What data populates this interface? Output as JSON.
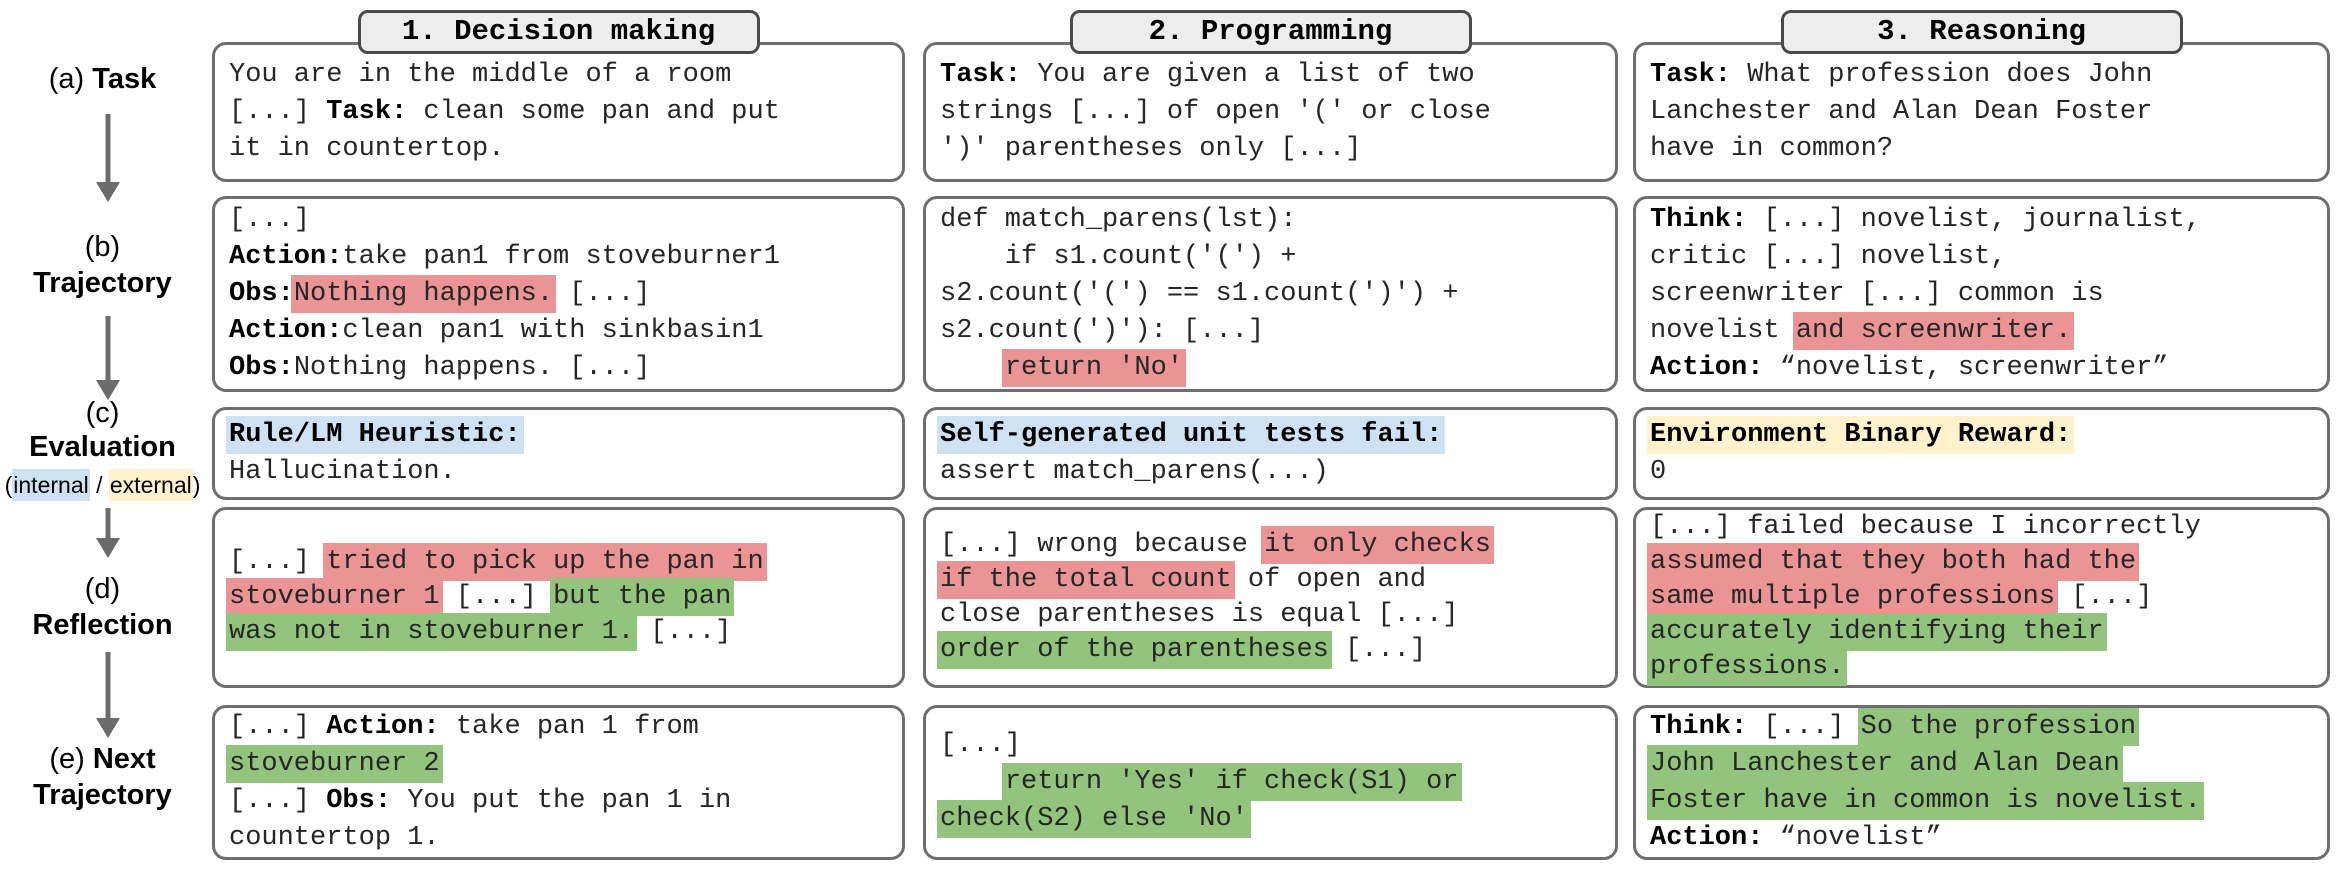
{
  "palette": {
    "highlight_red": "#ea9495",
    "highlight_green": "#93c47d",
    "highlight_blue": "#cfe2f3",
    "highlight_yellow": "#fff2cc",
    "box_border": "#6e6e6e",
    "tab_fill": "#ededed",
    "arrow_gray": "#6b6b6b"
  },
  "rail": {
    "a": {
      "prefix": "(a)",
      "label": "Task"
    },
    "b": {
      "prefix": "(b)",
      "label": "Trajectory"
    },
    "c": {
      "prefix": "(c)",
      "label": "Evaluation",
      "note_open": "(",
      "note_internal": "internal",
      "note_sep": " / ",
      "note_external": "external",
      "note_close": ")"
    },
    "d": {
      "prefix": "(d)",
      "label": "Reflection"
    },
    "e": {
      "prefix": "(e)",
      "label": "Next",
      "label2": "Trajectory"
    }
  },
  "columns": [
    {
      "tab": "1. Decision making",
      "task": [
        [
          {
            "t": "You are in the middle of a room"
          }
        ],
        [
          {
            "t": "[...] "
          },
          {
            "t": "Task:",
            "s": "bold"
          },
          {
            "t": " clean some pan and put"
          }
        ],
        [
          {
            "t": "it in countertop."
          }
        ]
      ],
      "trajectory": [
        [
          {
            "t": "[...]"
          }
        ],
        [
          {
            "t": "Action:",
            "s": "bold"
          },
          {
            "t": "take pan1 from stoveburner1"
          }
        ],
        [
          {
            "t": "Obs:",
            "s": "bold"
          },
          {
            "t": "Nothing happens.",
            "s": "hl-red"
          },
          {
            "t": " [...]"
          }
        ],
        [
          {
            "t": "Action:",
            "s": "bold"
          },
          {
            "t": "clean pan1 with sinkbasin1"
          }
        ],
        [
          {
            "t": "Obs:",
            "s": "bold"
          },
          {
            "t": "Nothing happens. [...]"
          }
        ]
      ],
      "evaluation": [
        [
          {
            "t": "Rule/LM Heuristic:",
            "s": "bold hl-blue"
          }
        ],
        [
          {
            "t": "Hallucination."
          }
        ]
      ],
      "reflection": [
        [
          {
            "t": "[...] "
          },
          {
            "t": "tried to pick up the pan in",
            "s": "hl-red"
          }
        ],
        [
          {
            "t": "stoveburner 1",
            "s": "hl-red"
          },
          {
            "t": " [...] "
          },
          {
            "t": "but the pan",
            "s": "hl-green"
          }
        ],
        [
          {
            "t": "was not in stoveburner 1.",
            "s": "hl-green"
          },
          {
            "t": " [...]"
          }
        ]
      ],
      "next": [
        [
          {
            "t": "[...] "
          },
          {
            "t": "Action:",
            "s": "bold"
          },
          {
            "t": " take pan 1 from"
          }
        ],
        [
          {
            "t": "stoveburner 2",
            "s": "hl-green"
          }
        ],
        [
          {
            "t": "[...] "
          },
          {
            "t": "Obs:",
            "s": "bold"
          },
          {
            "t": " You put the pan 1 in"
          }
        ],
        [
          {
            "t": "countertop 1."
          }
        ]
      ]
    },
    {
      "tab": "2. Programming",
      "task": [
        [
          {
            "t": "Task:",
            "s": "bold"
          },
          {
            "t": " You are given a list of two"
          }
        ],
        [
          {
            "t": "strings [...] of open '(' or close"
          }
        ],
        [
          {
            "t": "')' parentheses only [...]"
          }
        ]
      ],
      "trajectory": [
        [
          {
            "t": "def match_parens(lst):"
          }
        ],
        [
          {
            "t": "    if s1.count('(') +"
          }
        ],
        [
          {
            "t": "s2.count('(') == s1.count(')') +"
          }
        ],
        [
          {
            "t": "s2.count(')'): [...]"
          }
        ],
        [
          {
            "t": "    "
          },
          {
            "t": "return 'No'",
            "s": "hl-red"
          }
        ]
      ],
      "evaluation": [
        [
          {
            "t": "Self-generated unit tests fail:",
            "s": "bold hl-blue"
          }
        ],
        [
          {
            "t": "assert match_parens(...)"
          }
        ]
      ],
      "reflection": [
        [
          {
            "t": "[...] wrong because "
          },
          {
            "t": "it only checks",
            "s": "hl-red"
          }
        ],
        [
          {
            "t": "if the total count",
            "s": "hl-red"
          },
          {
            "t": " of open and"
          }
        ],
        [
          {
            "t": "close parentheses is equal [...]"
          }
        ],
        [
          {
            "t": "order of the parentheses",
            "s": "hl-green"
          },
          {
            "t": " [...]"
          }
        ]
      ],
      "next": [
        [
          {
            "t": "[...]"
          }
        ],
        [
          {
            "t": "    "
          },
          {
            "t": "return 'Yes' if check(S1) or",
            "s": "hl-green"
          }
        ],
        [
          {
            "t": "check(S2) else 'No'",
            "s": "hl-green"
          }
        ]
      ]
    },
    {
      "tab": "3. Reasoning",
      "task": [
        [
          {
            "t": "Task:",
            "s": "bold"
          },
          {
            "t": " What profession does John"
          }
        ],
        [
          {
            "t": "Lanchester and Alan Dean Foster"
          }
        ],
        [
          {
            "t": "have in common?"
          }
        ]
      ],
      "trajectory": [
        [
          {
            "t": "Think:",
            "s": "bold"
          },
          {
            "t": " [...] novelist, journalist,"
          }
        ],
        [
          {
            "t": "critic [...] novelist,"
          }
        ],
        [
          {
            "t": "screenwriter [...] common is"
          }
        ],
        [
          {
            "t": "novelist "
          },
          {
            "t": "and screenwriter.",
            "s": "hl-red"
          }
        ],
        [
          {
            "t": "Action:",
            "s": "bold"
          },
          {
            "t": " “novelist, screenwriter”"
          }
        ]
      ],
      "evaluation": [
        [
          {
            "t": "Environment Binary Reward:",
            "s": "bold hl-yellow"
          }
        ],
        [
          {
            "t": "0"
          }
        ]
      ],
      "reflection": [
        [
          {
            "t": "[...] failed because I incorrectly"
          }
        ],
        [
          {
            "t": "assumed that they both had the",
            "s": "hl-red"
          }
        ],
        [
          {
            "t": "same multiple professions",
            "s": "hl-red"
          },
          {
            "t": " [...]"
          }
        ],
        [
          {
            "t": "accurately identifying their",
            "s": "hl-green"
          }
        ],
        [
          {
            "t": "professions.",
            "s": "hl-green"
          }
        ]
      ],
      "next": [
        [
          {
            "t": "Think:",
            "s": "bold"
          },
          {
            "t": " [...] "
          },
          {
            "t": "So the profession",
            "s": "hl-green"
          }
        ],
        [
          {
            "t": "John Lanchester and Alan Dean",
            "s": "hl-green"
          }
        ],
        [
          {
            "t": "Foster have in common is novelist.",
            "s": "hl-green"
          }
        ],
        [
          {
            "t": "Action:",
            "s": "bold"
          },
          {
            "t": " “novelist”"
          }
        ]
      ]
    }
  ]
}
